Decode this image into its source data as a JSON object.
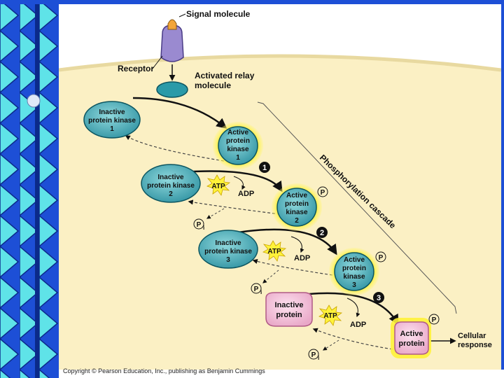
{
  "colors": {
    "accent_blue": "#1d4fd6",
    "cyan": "#5fe3e8",
    "cream": "#fbf0c4",
    "teal": "#55bcc6",
    "pink": "#f6c6de",
    "yellow": "#fff23a"
  },
  "labels": {
    "signal_molecule": "Signal molecule",
    "receptor": "Receptor",
    "relay_line1": "Activated relay",
    "relay_line2": "molecule",
    "cascade": "Phosphorylation cascade",
    "atp": "ATP",
    "adp": "ADP",
    "p": "P",
    "pi_sub": "i",
    "step1": "1",
    "step2": "2",
    "step3": "3",
    "inactive_k1": [
      "Inactive",
      "protein kinase",
      "1"
    ],
    "active_k1": [
      "Active",
      "protein",
      "kinase",
      "1"
    ],
    "inactive_k2": [
      "Inactive",
      "protein kinase",
      "2"
    ],
    "active_k2": [
      "Active",
      "protein",
      "kinase",
      "2"
    ],
    "inactive_k3": [
      "Inactive",
      "protein kinase",
      "3"
    ],
    "active_k3": [
      "Active",
      "protein",
      "kinase",
      "3"
    ],
    "inactive_protein": [
      "Inactive",
      "protein"
    ],
    "active_protein": [
      "Active",
      "protein"
    ],
    "cellular_response": [
      "Cellular",
      "response"
    ]
  },
  "footer": "Copyright © Pearson Education, Inc., publishing as Benjamin Cummings"
}
